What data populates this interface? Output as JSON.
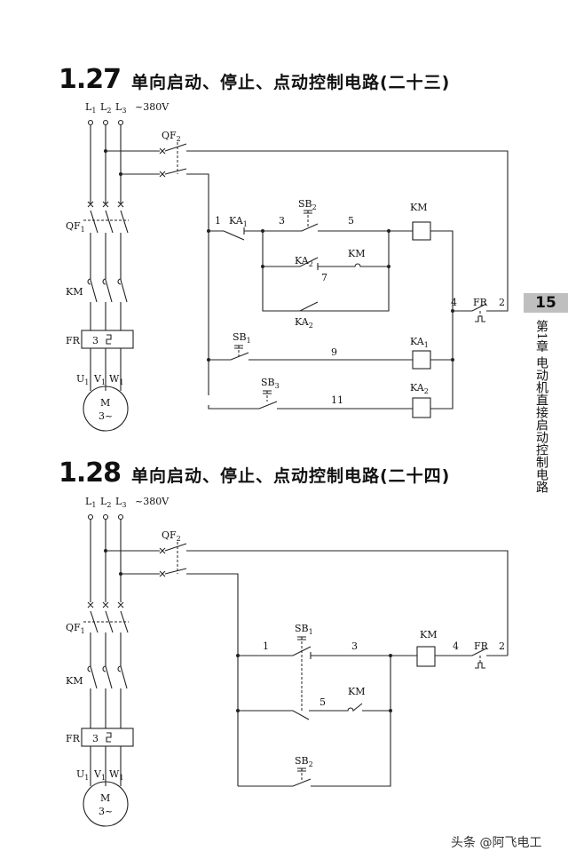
{
  "section1": {
    "number": "1.27",
    "title": "单向启动、停止、点动控制电路(二十三)",
    "labels": {
      "L1": "L",
      "L1sub": "1",
      "L2": "L",
      "L2sub": "2",
      "L3": "L",
      "L3sub": "3",
      "voltage": "~380V",
      "QF2": "QF",
      "QF2sub": "2",
      "QF1": "QF",
      "QF1sub": "1",
      "KM_main": "KM",
      "FR_main": "FR",
      "FR_num": "3",
      "U1": "U",
      "U1sub": "1",
      "V1": "V",
      "V1sub": "1",
      "W1": "W",
      "W1sub": "1",
      "motor": "M",
      "motor_phase": "3~",
      "n1": "1",
      "KA1": "KA",
      "KA1sub": "1",
      "n3": "3",
      "SB2": "SB",
      "SB2sub": "2",
      "n5": "5",
      "KM_coil": "KM",
      "KA2_a": "KA",
      "KA2_asub": "2",
      "KM_contact": "KM",
      "n7": "7",
      "KA2_b": "KA",
      "KA2_bsub": "2",
      "n4": "4",
      "FR": "FR",
      "n2": "2",
      "SB1": "SB",
      "SB1sub": "1",
      "n9": "9",
      "KA1_coil": "KA",
      "KA1_coilsub": "1",
      "SB3": "SB",
      "SB3sub": "3",
      "n11": "11",
      "KA2_coil": "KA",
      "KA2_coilsub": "2"
    }
  },
  "section2": {
    "number": "1.28",
    "title": "单向启动、停止、点动控制电路(二十四)",
    "labels": {
      "L1": "L",
      "L1sub": "1",
      "L2": "L",
      "L2sub": "2",
      "L3": "L",
      "L3sub": "3",
      "voltage": "~380V",
      "QF2": "QF",
      "QF2sub": "2",
      "QF1": "QF",
      "QF1sub": "1",
      "KM_main": "KM",
      "FR_main": "FR",
      "FR_num": "3",
      "U1": "U",
      "U1sub": "1",
      "V1": "V",
      "V1sub": "1",
      "W1": "W",
      "W1sub": "1",
      "motor": "M",
      "motor_phase": "3~",
      "SB1": "SB",
      "SB1sub": "1",
      "n1": "1",
      "n3": "3",
      "KM_coil": "KM",
      "n4": "4",
      "FR": "FR",
      "n2": "2",
      "KM_contact": "KM",
      "n5": "5",
      "SB2": "SB",
      "SB2sub": "2"
    }
  },
  "side": {
    "page_number": "15",
    "chapter": "第1章 电动机直接启动控制电路"
  },
  "watermark": "头条 @阿飞电工"
}
